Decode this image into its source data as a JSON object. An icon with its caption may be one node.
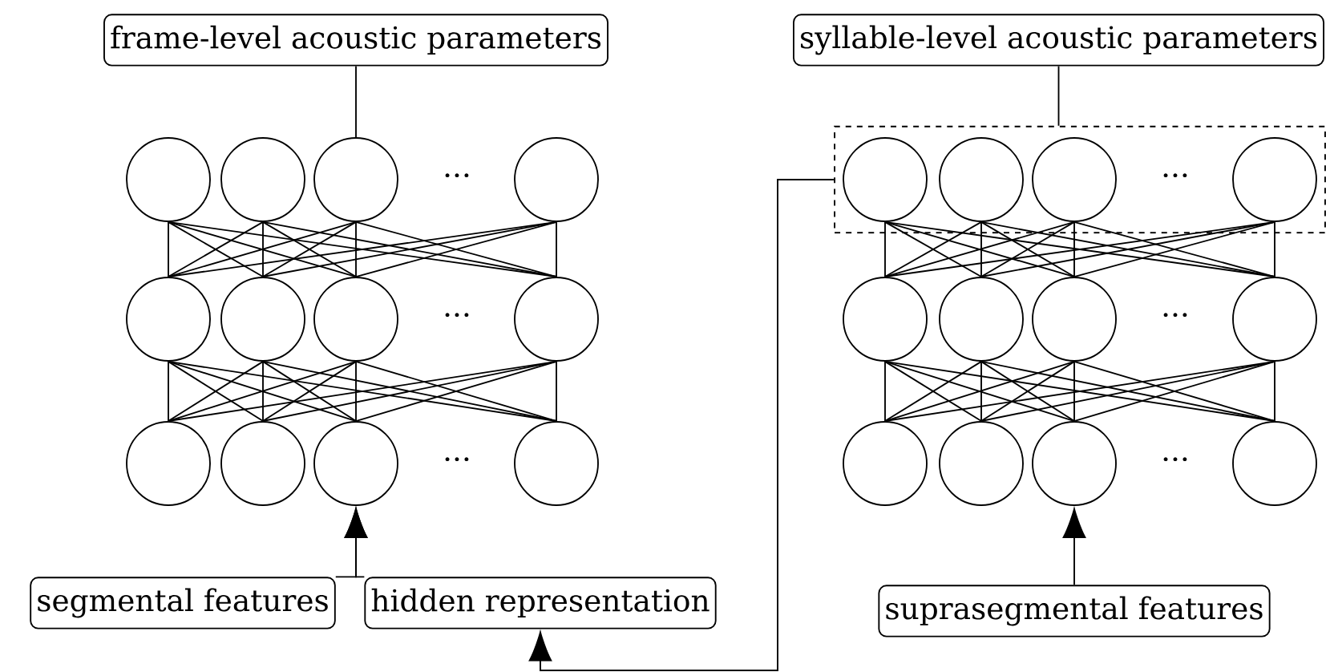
{
  "diagram": {
    "nodes": [
      {
        "text": [
          "frame-level acoustic parameters"
        ]
      },
      {
        "text": [
          "syllable-level acoustic parameters"
        ]
      },
      {
        "text": [],
        "shape": "box"
      },
      {
        "text": [],
        "shape": "circle"
      },
      {
        "text": [],
        "shape": "circle"
      },
      {
        "text": [],
        "shape": "circle"
      },
      {
        "text": [],
        "shape": "circle"
      },
      {
        "text": [],
        "shape": "circle"
      },
      {
        "text": [],
        "shape": "circle"
      },
      {
        "text": [],
        "shape": "circle"
      },
      {
        "text": [],
        "shape": "circle"
      },
      {
        "text": [],
        "shape": "circle"
      },
      {
        "text": [],
        "shape": "circle"
      },
      {
        "text": [],
        "shape": "circle"
      },
      {
        "text": [],
        "shape": "circle"
      },
      {
        "text": [],
        "shape": "circle",
        "in": 2
      },
      {
        "text": [],
        "shape": "circle",
        "in": 2
      },
      {
        "text": [],
        "shape": "circle",
        "in": 2
      },
      {
        "text": [],
        "shape": "circle",
        "in": 2
      },
      {
        "text": [],
        "shape": "circle"
      },
      {
        "text": [],
        "shape": "circle"
      },
      {
        "text": [],
        "shape": "circle"
      },
      {
        "text": [],
        "shape": "circle"
      },
      {
        "text": [],
        "shape": "circle"
      },
      {
        "text": [],
        "shape": "circle"
      },
      {
        "text": [],
        "shape": "circle"
      },
      {
        "text": [],
        "shape": "circle"
      },
      {
        "text": [
          "segmental features"
        ]
      },
      {
        "text": [
          "hidden representation"
        ]
      },
      {
        "text": [
          "suprasegmental features"
        ]
      }
    ],
    "edges": [
      {
        "from": 0,
        "to": 5,
        "arrow": "none"
      },
      {
        "from": 1,
        "to": 2,
        "arrow": "none"
      },
      {
        "from": 27,
        "to": 13,
        "arrow": "to"
      },
      {
        "from": 28,
        "to": 13,
        "arrow": "to"
      },
      {
        "from": 29,
        "to": 25,
        "arrow": "to"
      },
      {
        "from": 2,
        "to": 28,
        "arrow": "to"
      },
      {
        "from": 3,
        "to": 7,
        "arrow": "none"
      },
      {
        "from": 3,
        "to": 8,
        "arrow": "none"
      },
      {
        "from": 3,
        "to": 9,
        "arrow": "none"
      },
      {
        "from": 3,
        "to": 10,
        "arrow": "none"
      },
      {
        "from": 4,
        "to": 7,
        "arrow": "none"
      },
      {
        "from": 4,
        "to": 8,
        "arrow": "none"
      },
      {
        "from": 4,
        "to": 9,
        "arrow": "none"
      },
      {
        "from": 4,
        "to": 10,
        "arrow": "none"
      },
      {
        "from": 5,
        "to": 7,
        "arrow": "none"
      },
      {
        "from": 5,
        "to": 8,
        "arrow": "none"
      },
      {
        "from": 5,
        "to": 9,
        "arrow": "none"
      },
      {
        "from": 5,
        "to": 10,
        "arrow": "none"
      },
      {
        "from": 6,
        "to": 7,
        "arrow": "none"
      },
      {
        "from": 6,
        "to": 8,
        "arrow": "none"
      },
      {
        "from": 6,
        "to": 9,
        "arrow": "none"
      },
      {
        "from": 6,
        "to": 10,
        "arrow": "none"
      },
      {
        "from": 7,
        "to": 11,
        "arrow": "none"
      },
      {
        "from": 7,
        "to": 12,
        "arrow": "none"
      },
      {
        "from": 7,
        "to": 13,
        "arrow": "none"
      },
      {
        "from": 7,
        "to": 14,
        "arrow": "none"
      },
      {
        "from": 8,
        "to": 11,
        "arrow": "none"
      },
      {
        "from": 8,
        "to": 12,
        "arrow": "none"
      },
      {
        "from": 8,
        "to": 13,
        "arrow": "none"
      },
      {
        "from": 8,
        "to": 14,
        "arrow": "none"
      },
      {
        "from": 9,
        "to": 11,
        "arrow": "none"
      },
      {
        "from": 9,
        "to": 12,
        "arrow": "none"
      },
      {
        "from": 9,
        "to": 13,
        "arrow": "none"
      },
      {
        "from": 9,
        "to": 14,
        "arrow": "none"
      },
      {
        "from": 10,
        "to": 11,
        "arrow": "none"
      },
      {
        "from": 10,
        "to": 12,
        "arrow": "none"
      },
      {
        "from": 10,
        "to": 13,
        "arrow": "none"
      },
      {
        "from": 10,
        "to": 14,
        "arrow": "none"
      },
      {
        "from": 15,
        "to": 19,
        "arrow": "none"
      },
      {
        "from": 15,
        "to": 20,
        "arrow": "none"
      },
      {
        "from": 15,
        "to": 21,
        "arrow": "none"
      },
      {
        "from": 15,
        "to": 22,
        "arrow": "none"
      },
      {
        "from": 16,
        "to": 19,
        "arrow": "none"
      },
      {
        "from": 16,
        "to": 20,
        "arrow": "none"
      },
      {
        "from": 16,
        "to": 21,
        "arrow": "none"
      },
      {
        "from": 16,
        "to": 22,
        "arrow": "none"
      },
      {
        "from": 17,
        "to": 19,
        "arrow": "none"
      },
      {
        "from": 17,
        "to": 20,
        "arrow": "none"
      },
      {
        "from": 17,
        "to": 21,
        "arrow": "none"
      },
      {
        "from": 17,
        "to": 22,
        "arrow": "none"
      },
      {
        "from": 18,
        "to": 19,
        "arrow": "none"
      },
      {
        "from": 18,
        "to": 20,
        "arrow": "none"
      },
      {
        "from": 18,
        "to": 21,
        "arrow": "none"
      },
      {
        "from": 18,
        "to": 22,
        "arrow": "none"
      },
      {
        "from": 19,
        "to": 23,
        "arrow": "none"
      },
      {
        "from": 19,
        "to": 24,
        "arrow": "none"
      },
      {
        "from": 19,
        "to": 25,
        "arrow": "none"
      },
      {
        "from": 19,
        "to": 26,
        "arrow": "none"
      },
      {
        "from": 20,
        "to": 23,
        "arrow": "none"
      },
      {
        "from": 20,
        "to": 24,
        "arrow": "none"
      },
      {
        "from": 20,
        "to": 25,
        "arrow": "none"
      },
      {
        "from": 20,
        "to": 26,
        "arrow": "none"
      },
      {
        "from": 21,
        "to": 23,
        "arrow": "none"
      },
      {
        "from": 21,
        "to": 24,
        "arrow": "none"
      },
      {
        "from": 21,
        "to": 25,
        "arrow": "none"
      },
      {
        "from": 21,
        "to": 26,
        "arrow": "none"
      },
      {
        "from": 22,
        "to": 23,
        "arrow": "none"
      },
      {
        "from": 22,
        "to": 24,
        "arrow": "none"
      },
      {
        "from": 22,
        "to": 25,
        "arrow": "none"
      },
      {
        "from": 22,
        "to": 26,
        "arrow": "none"
      }
    ],
    "labels": [
      "···",
      "···",
      "···",
      "···",
      "···",
      "···"
    ]
  }
}
